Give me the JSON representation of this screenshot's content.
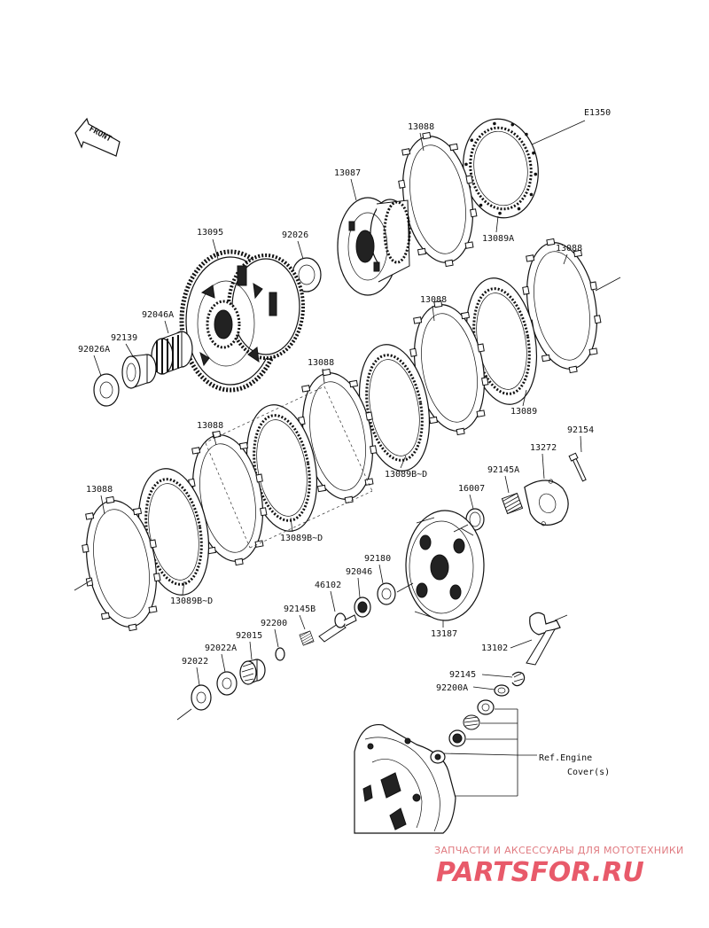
{
  "diagram_code": "E1350",
  "front_label": "FRONT",
  "parts": {
    "p13088_a": "13088",
    "p13089A": "13089A",
    "p13087": "13087",
    "p13095": "13095",
    "p92026": "92026",
    "p13088_b": "13088",
    "p92046A": "92046A",
    "p92139": "92139",
    "p92026A": "92026A",
    "p13088_c": "13088",
    "p13089": "13089",
    "p13088_d": "13088",
    "p13088_e": "13088",
    "p13089BD_a": "13089B~D",
    "p92154": "92154",
    "p13272": "13272",
    "p92145A": "92145A",
    "p16007": "16007",
    "p13089BD_b": "13089B~D",
    "p13088_f": "13088",
    "p13089BD_c": "13089B~D",
    "p92180": "92180",
    "p92046": "92046",
    "p46102": "46102",
    "p92145B": "92145B",
    "p92200": "92200",
    "p92015": "92015",
    "p92022A": "92022A",
    "p92022": "92022",
    "p13187": "13187",
    "p13102": "13102",
    "p92145": "92145",
    "p92200A": "92200A"
  },
  "ref_label_line1": "Ref.Engine",
  "ref_label_line2": "Cover(s)",
  "watermark": {
    "tagline": "ЗАПЧАСТИ И АКСЕССУАРЫ ДЛЯ МОТОТЕХНИКИ",
    "logo": "PARTSFOR.RU"
  }
}
